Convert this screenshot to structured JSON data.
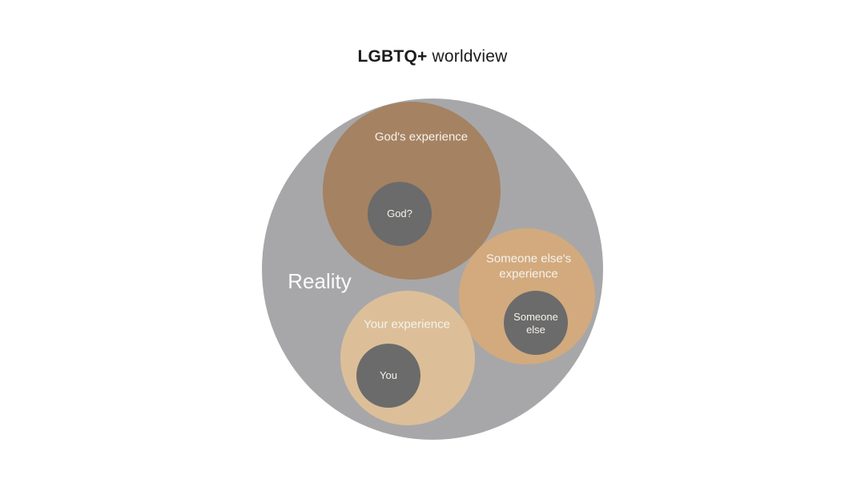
{
  "title": {
    "brand": "LGBTQ+",
    "rest": " worldview"
  },
  "diagram": {
    "outer": {
      "label": "Reality",
      "color": "#a7a7a9",
      "text_color": "#fbfbfb"
    },
    "groups": [
      {
        "id": "gods-experience",
        "label": "God's experience",
        "color": "#a58262",
        "inner": {
          "label": "God?",
          "color": "#6b6b6b"
        }
      },
      {
        "id": "someone-elses-experience",
        "label": "Someone else's experience",
        "color": "#d2aa7d",
        "inner": {
          "label": "Someone else",
          "color": "#6b6b6b"
        }
      },
      {
        "id": "your-experience",
        "label": "Your experience",
        "color": "#dcbf98",
        "inner": {
          "label": "You",
          "color": "#6b6b6b"
        }
      }
    ],
    "label_color": "#f6f2ec",
    "background": "#ffffff"
  }
}
